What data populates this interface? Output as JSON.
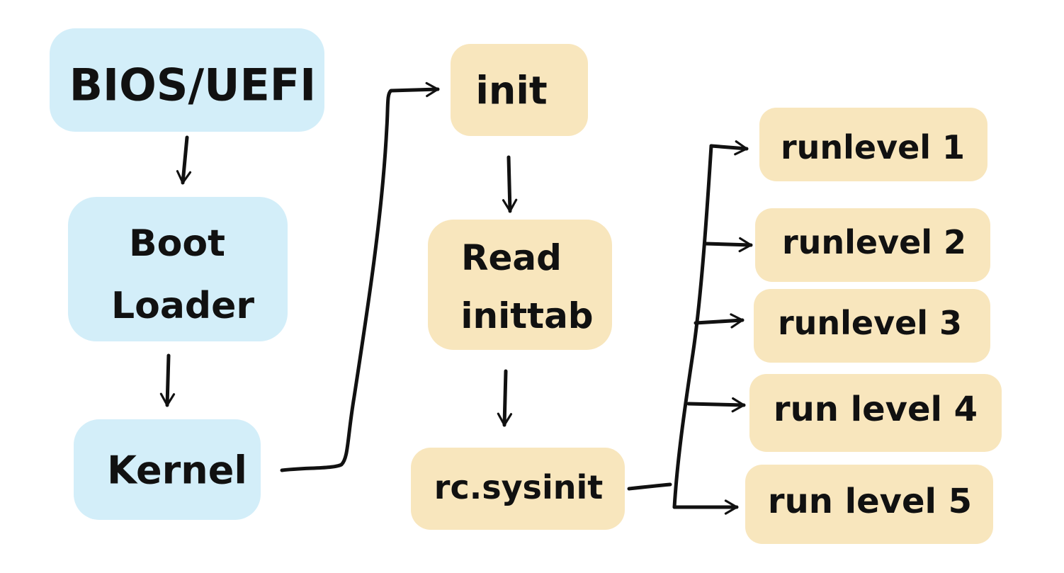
{
  "colors": {
    "boot_stage": "#d3eef9",
    "init_stage": "#f8e6bd",
    "ink": "#111111"
  },
  "nodes": {
    "bios": "BIOS/UEFI",
    "boot_loader_1": "Boot",
    "boot_loader_2": "Loader",
    "kernel": "Kernel",
    "init": "init",
    "read_inittab_1": "Read",
    "read_inittab_2": "inittab",
    "rc_sysinit": "rc.sysinit",
    "runlevel_1": "runlevel 1",
    "runlevel_2": "runlevel 2",
    "runlevel_3": "runlevel 3",
    "runlevel_4": "run level 4",
    "runlevel_5": "run level 5"
  },
  "edges": [
    {
      "from": "BIOS/UEFI",
      "to": "Boot Loader"
    },
    {
      "from": "Boot Loader",
      "to": "Kernel"
    },
    {
      "from": "Kernel",
      "to": "init"
    },
    {
      "from": "init",
      "to": "Read inittab"
    },
    {
      "from": "Read inittab",
      "to": "rc.sysinit"
    },
    {
      "from": "rc.sysinit",
      "to": "runlevel 1"
    },
    {
      "from": "rc.sysinit",
      "to": "runlevel 2"
    },
    {
      "from": "rc.sysinit",
      "to": "runlevel 3"
    },
    {
      "from": "rc.sysinit",
      "to": "run level 4"
    },
    {
      "from": "rc.sysinit",
      "to": "run level 5"
    }
  ]
}
